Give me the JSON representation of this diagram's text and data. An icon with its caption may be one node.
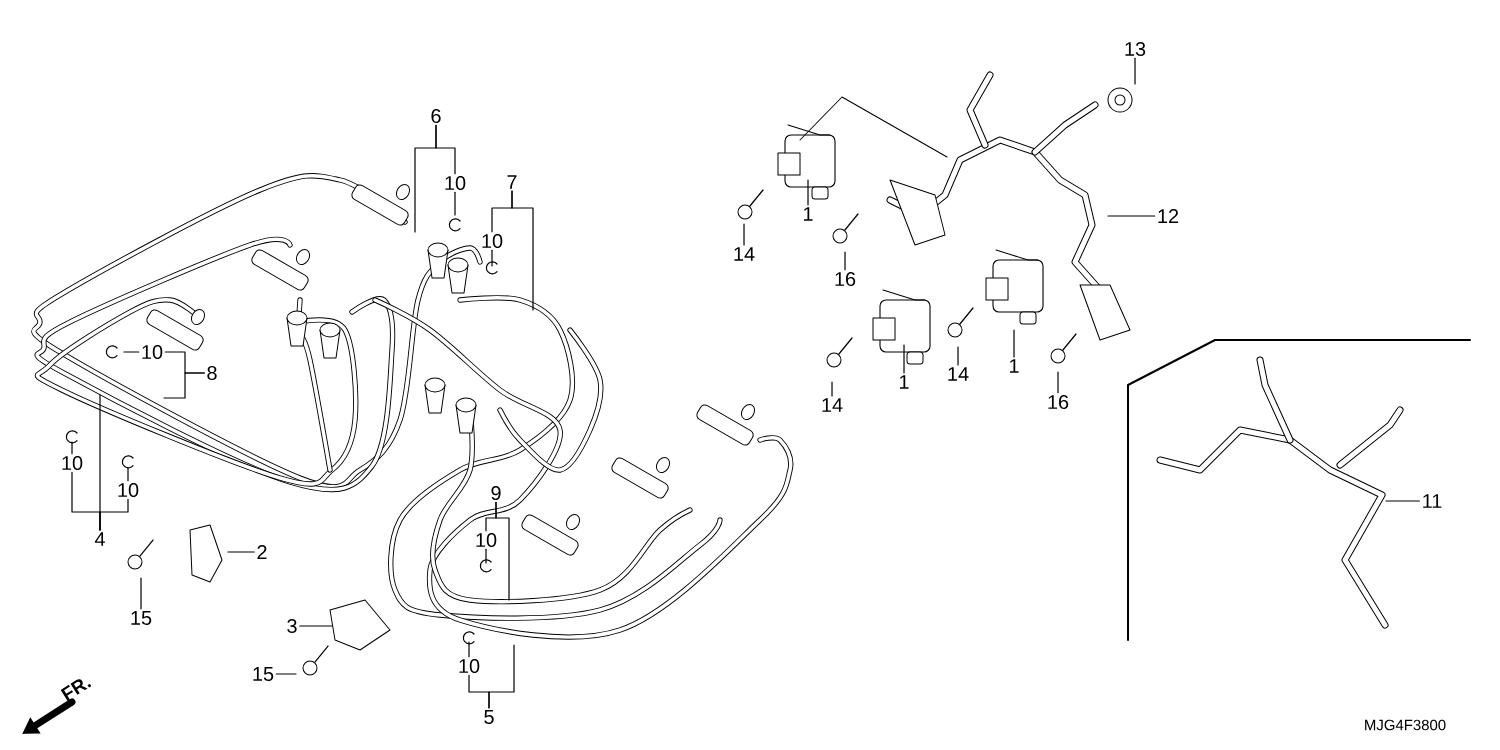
{
  "diagram": {
    "nodes": [
      {
        "text": [
          "6"
        ]
      },
      {
        "text": [
          "10"
        ]
      },
      {
        "text": [
          "7"
        ]
      },
      {
        "text": [
          "10"
        ]
      },
      {
        "text": [
          "10"
        ]
      },
      {
        "text": [
          "8"
        ]
      },
      {
        "text": [
          "10"
        ]
      },
      {
        "text": [
          "10"
        ]
      },
      {
        "text": [
          "4"
        ]
      },
      {
        "text": [
          "2"
        ]
      },
      {
        "text": [
          "15"
        ]
      },
      {
        "text": [
          "3"
        ]
      },
      {
        "text": [
          "15"
        ]
      },
      {
        "text": [
          "9"
        ]
      },
      {
        "text": [
          "10"
        ]
      },
      {
        "text": [
          "10"
        ]
      },
      {
        "text": [
          "5"
        ]
      },
      {
        "text": [
          "13"
        ]
      },
      {
        "text": [
          "12"
        ]
      },
      {
        "text": [
          "1"
        ]
      },
      {
        "text": [
          "14"
        ]
      },
      {
        "text": [
          "16"
        ]
      },
      {
        "text": [
          "1"
        ]
      },
      {
        "text": [
          "14"
        ]
      },
      {
        "text": [
          "14"
        ]
      },
      {
        "text": [
          "1"
        ]
      },
      {
        "text": [
          "16"
        ]
      },
      {
        "text": [
          "11"
        ]
      }
    ],
    "edges": [
      {
        "from": 0,
        "to": 1,
        "arrow": "none"
      },
      {
        "from": 0,
        "to": null,
        "arrow": "none"
      },
      {
        "from": 1,
        "to": null,
        "arrow": "none"
      },
      {
        "from": 2,
        "to": 3,
        "arrow": "none"
      },
      {
        "from": 2,
        "to": null,
        "arrow": "none"
      },
      {
        "from": 3,
        "to": null,
        "arrow": "none"
      },
      {
        "from": 4,
        "to": null,
        "arrow": "none"
      },
      {
        "from": 5,
        "to": 4,
        "arrow": "none"
      },
      {
        "from": 5,
        "to": null,
        "arrow": "none"
      },
      {
        "from": 8,
        "to": 6,
        "arrow": "none"
      },
      {
        "from": 8,
        "to": 7,
        "arrow": "none"
      },
      {
        "from": 8,
        "to": null,
        "arrow": "none"
      },
      {
        "from": 6,
        "to": null,
        "arrow": "none"
      },
      {
        "from": 7,
        "to": null,
        "arrow": "none"
      },
      {
        "from": 9,
        "to": null,
        "arrow": "none"
      },
      {
        "from": 10,
        "to": null,
        "arrow": "none"
      },
      {
        "from": 11,
        "to": null,
        "arrow": "none"
      },
      {
        "from": 12,
        "to": null,
        "arrow": "none"
      },
      {
        "from": 13,
        "to": 14,
        "arrow": "none"
      },
      {
        "from": 13,
        "to": null,
        "arrow": "none"
      },
      {
        "from": 14,
        "to": null,
        "arrow": "none"
      },
      {
        "from": 16,
        "to": 15,
        "arrow": "none"
      },
      {
        "from": 16,
        "to": null,
        "arrow": "none"
      },
      {
        "from": 15,
        "to": null,
        "arrow": "none"
      },
      {
        "from": 17,
        "to": null,
        "arrow": "none"
      },
      {
        "from": 18,
        "to": null,
        "arrow": "none"
      },
      {
        "from": 19,
        "to": null,
        "arrow": "none"
      },
      {
        "from": 20,
        "to": null,
        "arrow": "none"
      },
      {
        "from": 21,
        "to": null,
        "arrow": "none"
      },
      {
        "from": 22,
        "to": null,
        "arrow": "none"
      },
      {
        "from": 23,
        "to": null,
        "arrow": "none"
      },
      {
        "from": 24,
        "to": null,
        "arrow": "none"
      },
      {
        "from": 25,
        "to": null,
        "arrow": "none"
      },
      {
        "from": 26,
        "to": null,
        "arrow": "none"
      },
      {
        "from": 27,
        "to": null,
        "arrow": "none"
      }
    ],
    "labels": [
      "FR.",
      "MJG4F3800"
    ]
  }
}
